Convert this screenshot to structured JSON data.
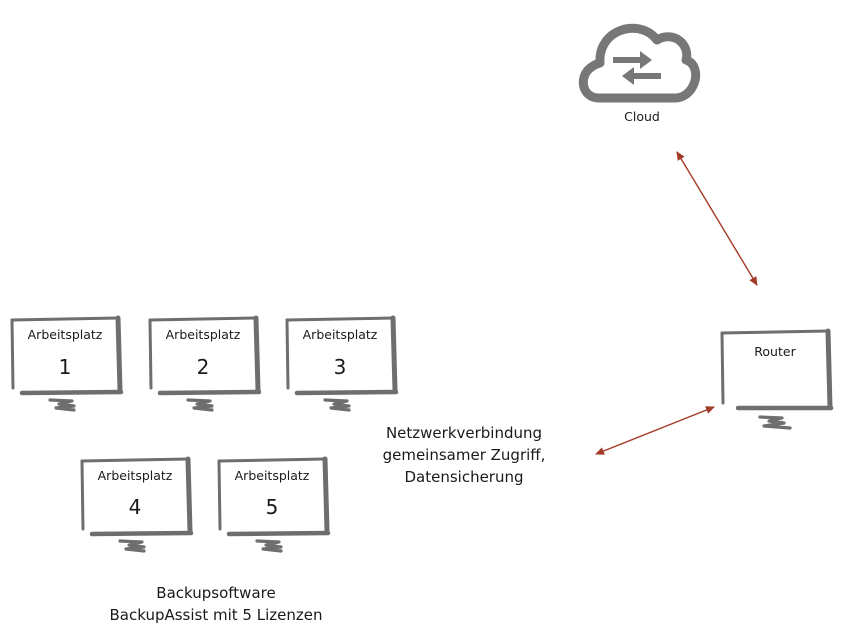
{
  "cloud": {
    "label": "Cloud",
    "icon": "cloud-sync-icon"
  },
  "router": {
    "label": "Router"
  },
  "workstations": [
    {
      "label": "Arbeitsplatz",
      "number": "1"
    },
    {
      "label": "Arbeitsplatz",
      "number": "2"
    },
    {
      "label": "Arbeitsplatz",
      "number": "3"
    },
    {
      "label": "Arbeitsplatz",
      "number": "4"
    },
    {
      "label": "Arbeitsplatz",
      "number": "5"
    }
  ],
  "network_note": {
    "line1": "Netzwerkverbindung",
    "line2": "gemeinsamer Zugriff,",
    "line3": "Datensicherung"
  },
  "backup_note": {
    "line1": "Backupsoftware",
    "line2": "BackupAssist mit 5 Lizenzen"
  },
  "colors": {
    "monitor": "#6e6e6e",
    "arrow": "#a33a25",
    "text": "#1a1a1a",
    "cloud_icon": "#777777"
  }
}
